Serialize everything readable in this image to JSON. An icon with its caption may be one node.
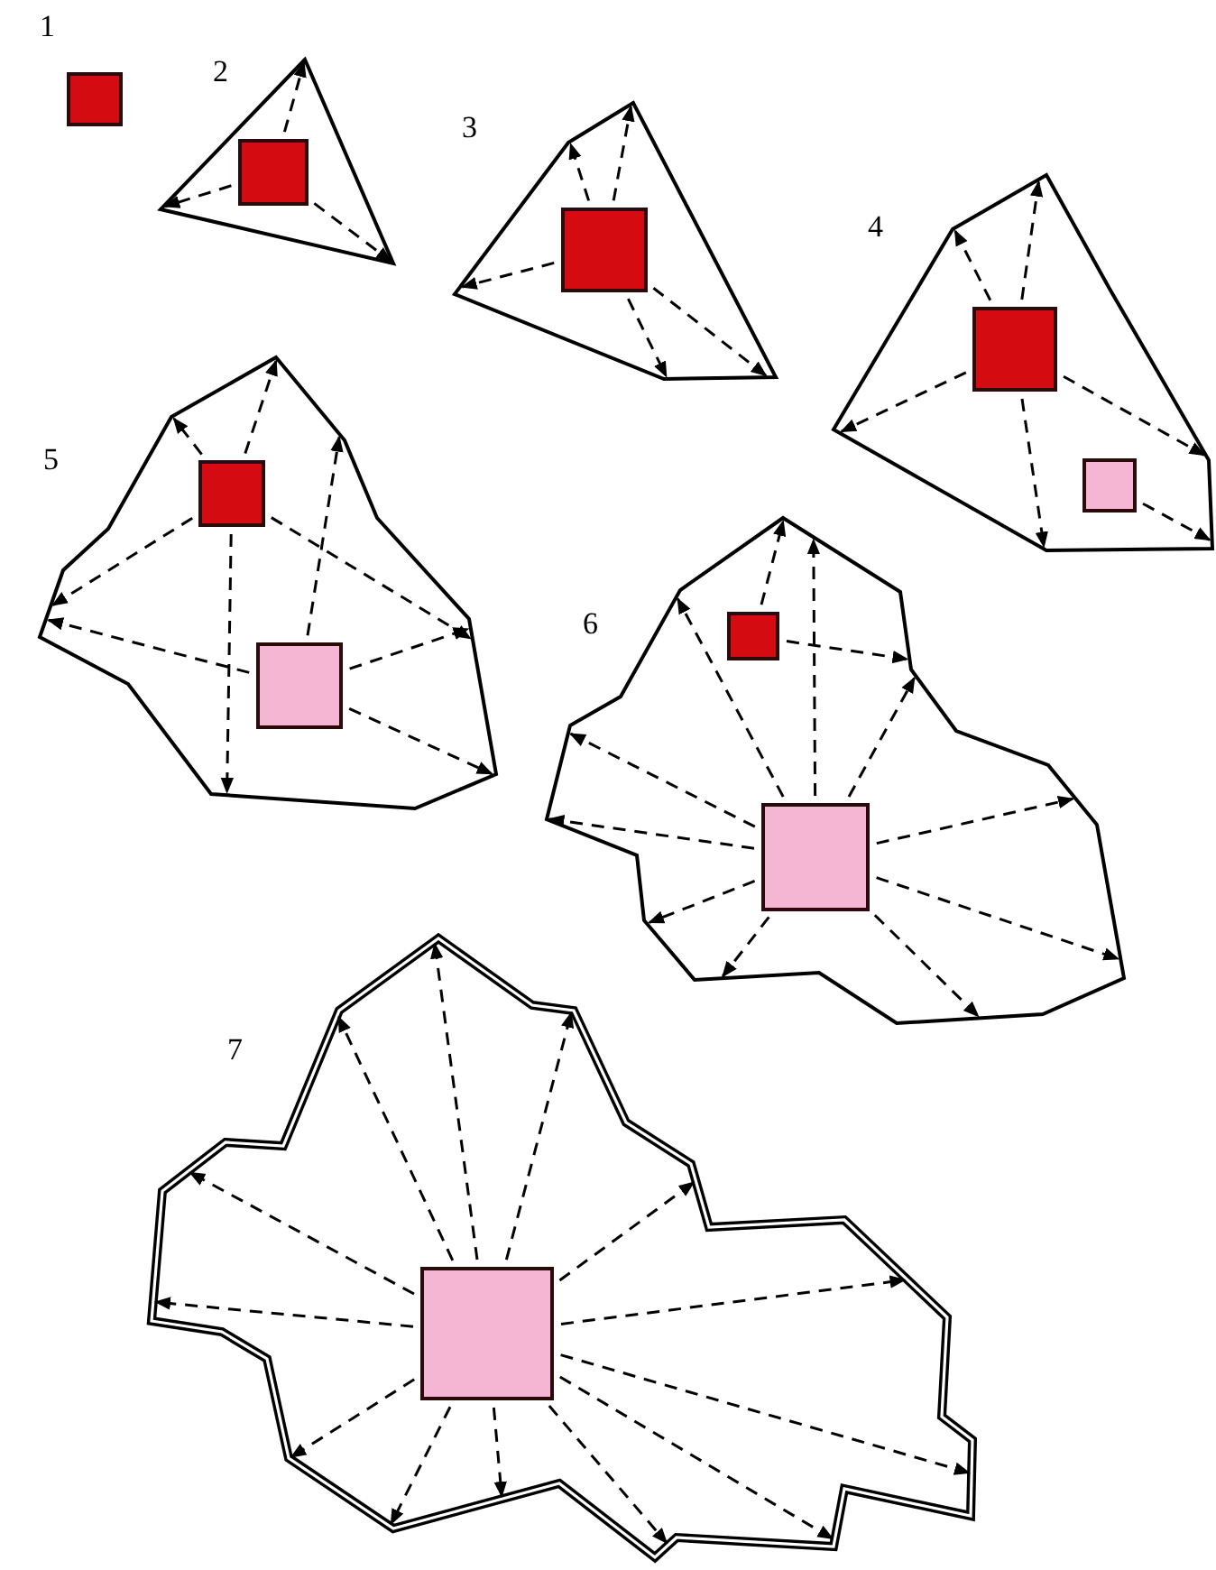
{
  "diagram": {
    "nodes": [
      {
        "text": [],
        "shape": "box"
      },
      {
        "text": [],
        "shape": "polygon"
      },
      {
        "text": [],
        "shape": "box",
        "in": 1
      },
      {
        "text": [],
        "shape": "polygon"
      },
      {
        "text": [],
        "shape": "box",
        "in": 3
      },
      {
        "text": [],
        "shape": "polygon"
      },
      {
        "text": [],
        "shape": "box",
        "in": 5
      },
      {
        "text": [],
        "shape": "box",
        "in": 5
      },
      {
        "text": [],
        "shape": "polygon"
      },
      {
        "text": [],
        "shape": "box",
        "in": 8
      },
      {
        "text": [],
        "shape": "box",
        "in": 8
      },
      {
        "text": [],
        "shape": "polygon"
      },
      {
        "text": [],
        "shape": "box",
        "in": 11
      },
      {
        "text": [],
        "shape": "box",
        "in": 11
      },
      {
        "text": [],
        "shape": "polygon"
      },
      {
        "text": [],
        "shape": "box",
        "in": 14
      }
    ],
    "edges": [
      {
        "from": 2,
        "to": 1,
        "arrow": "to",
        "style": "dashed"
      },
      {
        "from": 2,
        "to": 1,
        "arrow": "to",
        "style": "dashed"
      },
      {
        "from": 2,
        "to": 1,
        "arrow": "to",
        "style": "dashed"
      },
      {
        "from": 4,
        "to": 3,
        "arrow": "to",
        "style": "dashed"
      },
      {
        "from": 4,
        "to": 3,
        "arrow": "to",
        "style": "dashed"
      },
      {
        "from": 4,
        "to": 3,
        "arrow": "to",
        "style": "dashed"
      },
      {
        "from": 4,
        "to": 3,
        "arrow": "to",
        "style": "dashed"
      },
      {
        "from": 4,
        "to": 3,
        "arrow": "to",
        "style": "dashed"
      },
      {
        "from": 6,
        "to": 5,
        "arrow": "to",
        "style": "dashed"
      },
      {
        "from": 6,
        "to": 5,
        "arrow": "to",
        "style": "dashed"
      },
      {
        "from": 6,
        "to": 5,
        "arrow": "to",
        "style": "dashed"
      },
      {
        "from": 6,
        "to": 5,
        "arrow": "to",
        "style": "dashed"
      },
      {
        "from": 6,
        "to": 5,
        "arrow": "to",
        "style": "dashed"
      },
      {
        "from": 7,
        "to": 5,
        "arrow": "to",
        "style": "dashed"
      },
      {
        "from": 9,
        "to": 8,
        "arrow": "to",
        "style": "dashed"
      },
      {
        "from": 9,
        "to": 8,
        "arrow": "to",
        "style": "dashed"
      },
      {
        "from": 9,
        "to": 8,
        "arrow": "to",
        "style": "dashed"
      },
      {
        "from": 9,
        "to": 8,
        "arrow": "to",
        "style": "dashed"
      },
      {
        "from": 9,
        "to": 8,
        "arrow": "to",
        "style": "dashed"
      },
      {
        "from": 10,
        "to": 8,
        "arrow": "to",
        "style": "dashed"
      },
      {
        "from": 10,
        "to": 8,
        "arrow": "to",
        "style": "dashed"
      },
      {
        "from": 10,
        "to": 8,
        "arrow": "to",
        "style": "dashed"
      },
      {
        "from": 10,
        "to": 8,
        "arrow": "to",
        "style": "dashed"
      },
      {
        "from": 12,
        "to": 11,
        "arrow": "to",
        "style": "dashed"
      },
      {
        "from": 12,
        "to": 11,
        "arrow": "to",
        "style": "dashed"
      },
      {
        "from": 13,
        "to": 11,
        "arrow": "to",
        "style": "dashed"
      },
      {
        "from": 13,
        "to": 11,
        "arrow": "to",
        "style": "dashed"
      },
      {
        "from": 13,
        "to": 11,
        "arrow": "to",
        "style": "dashed"
      },
      {
        "from": 13,
        "to": 11,
        "arrow": "to",
        "style": "dashed"
      },
      {
        "from": 13,
        "to": 11,
        "arrow": "to",
        "style": "dashed"
      },
      {
        "from": 13,
        "to": 11,
        "arrow": "to",
        "style": "dashed"
      },
      {
        "from": 13,
        "to": 11,
        "arrow": "to",
        "style": "dashed"
      },
      {
        "from": 13,
        "to": 11,
        "arrow": "to",
        "style": "dashed"
      },
      {
        "from": 13,
        "to": 11,
        "arrow": "to",
        "style": "dashed"
      },
      {
        "from": 13,
        "to": 11,
        "arrow": "to",
        "style": "dashed"
      },
      {
        "from": 15,
        "to": 14,
        "arrow": "to",
        "style": "dashed"
      },
      {
        "from": 15,
        "to": 14,
        "arrow": "to",
        "style": "dashed"
      },
      {
        "from": 15,
        "to": 14,
        "arrow": "to",
        "style": "dashed"
      },
      {
        "from": 15,
        "to": 14,
        "arrow": "to",
        "style": "dashed"
      },
      {
        "from": 15,
        "to": 14,
        "arrow": "to",
        "style": "dashed"
      },
      {
        "from": 15,
        "to": 14,
        "arrow": "to",
        "style": "dashed"
      },
      {
        "from": 15,
        "to": 14,
        "arrow": "to",
        "style": "dashed"
      },
      {
        "from": 15,
        "to": 14,
        "arrow": "to",
        "style": "dashed"
      },
      {
        "from": 15,
        "to": 14,
        "arrow": "to",
        "style": "dashed"
      },
      {
        "from": 15,
        "to": 14,
        "arrow": "to",
        "style": "dashed"
      },
      {
        "from": 15,
        "to": 14,
        "arrow": "to",
        "style": "dashed"
      },
      {
        "from": 15,
        "to": 14,
        "arrow": "to",
        "style": "dashed"
      },
      {
        "from": 15,
        "to": 14,
        "arrow": "to",
        "style": "dashed"
      }
    ],
    "labels": [
      "1",
      "2",
      "3",
      "4",
      "5",
      "6",
      "7"
    ]
  }
}
